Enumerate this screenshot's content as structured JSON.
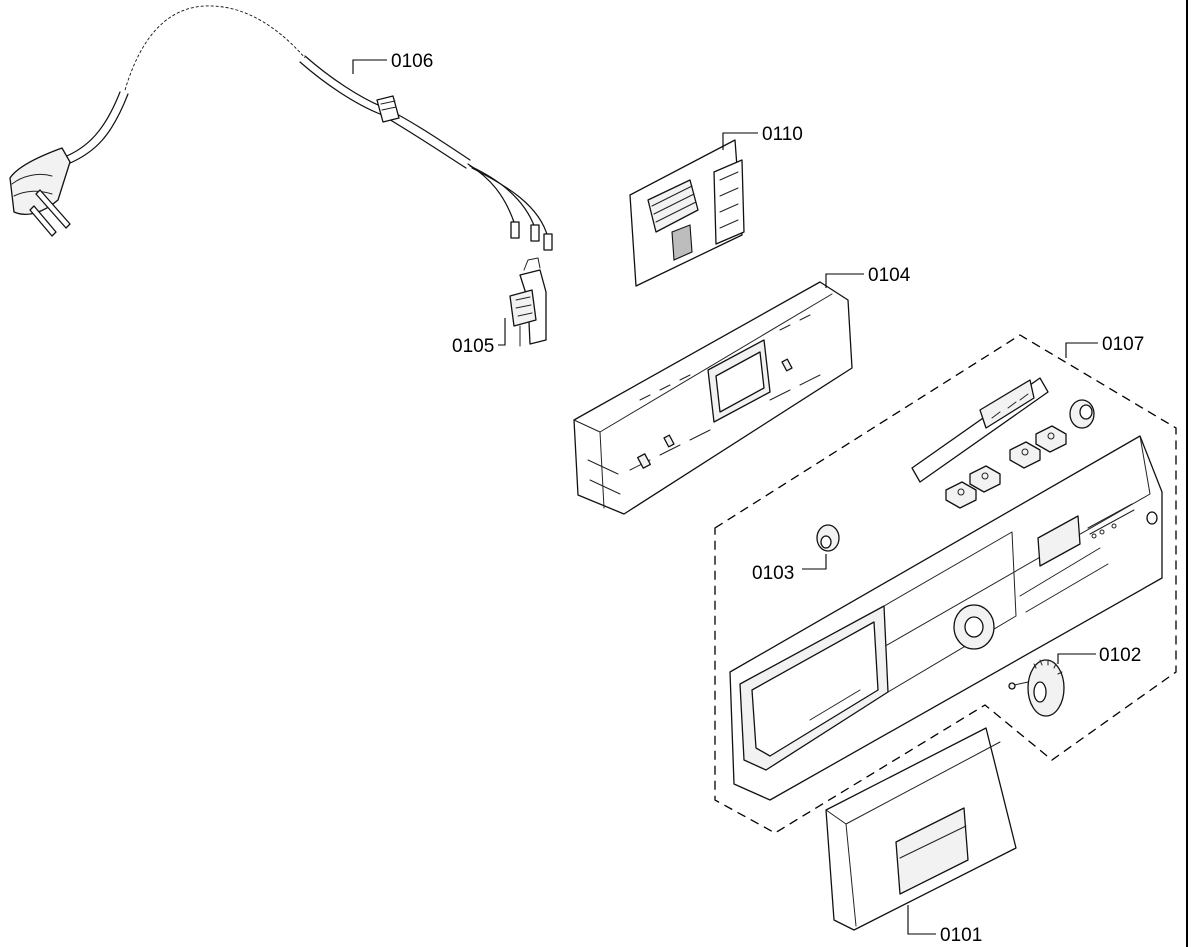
{
  "callouts": {
    "power_cord": "0106",
    "control_module": "0110",
    "module_housing": "0104",
    "interference_filter": "0105",
    "control_panel_assembly": "0107",
    "indicator_lens": "0103",
    "selector_knob": "0102",
    "detergent_drawer_handle": "0101"
  }
}
